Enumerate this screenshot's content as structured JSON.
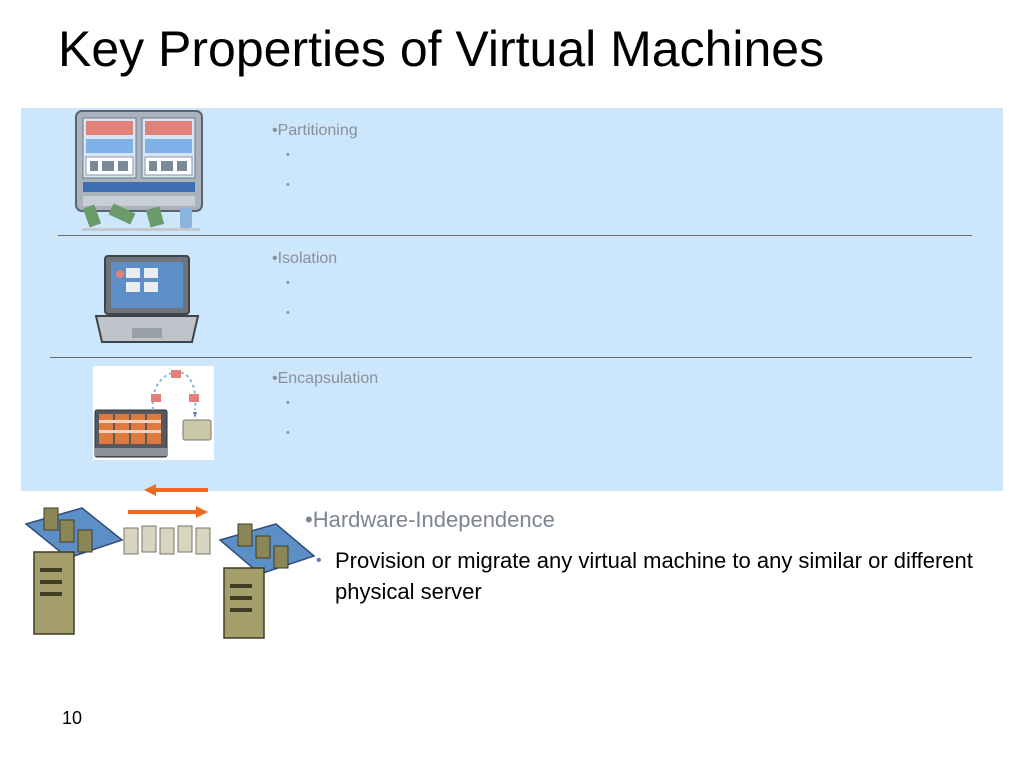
{
  "slide": {
    "title": "Key Properties of Virtual Machines",
    "page_number": "10"
  },
  "properties": [
    {
      "heading": "Partitioning"
    },
    {
      "heading": "Isolation"
    },
    {
      "heading": "Encapsulation"
    }
  ],
  "hardware_independence": {
    "heading": "Hardware-Independence",
    "bullet": "Provision or migrate any virtual machine to any similar or different physical server"
  },
  "colors": {
    "band_background": "#cce6fc",
    "arrow": "#ef6a1f",
    "bullet_accent": "#4f7fbf"
  }
}
